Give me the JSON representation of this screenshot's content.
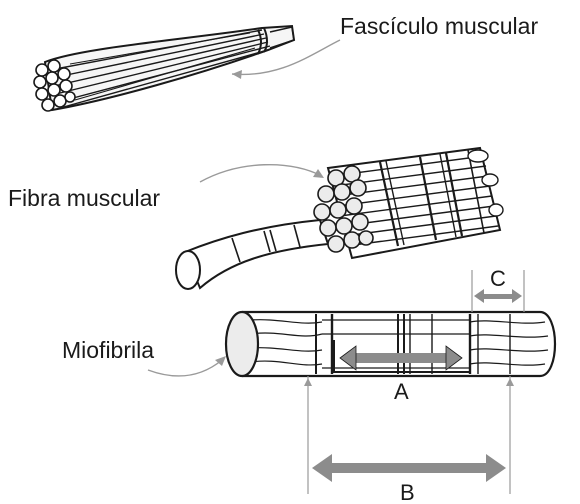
{
  "labels": {
    "fasciculo": "Fascículo muscular",
    "fibra": "Fibra muscular",
    "miofibrila": "Miofibrila",
    "a": "A",
    "b": "B",
    "c": "C"
  },
  "colors": {
    "ink": "#1a1a1a",
    "arrow_gray": "#8c8c8c",
    "leader_gray": "#9a9a9a",
    "fill_light": "#ececec",
    "fill_white": "#ffffff"
  }
}
